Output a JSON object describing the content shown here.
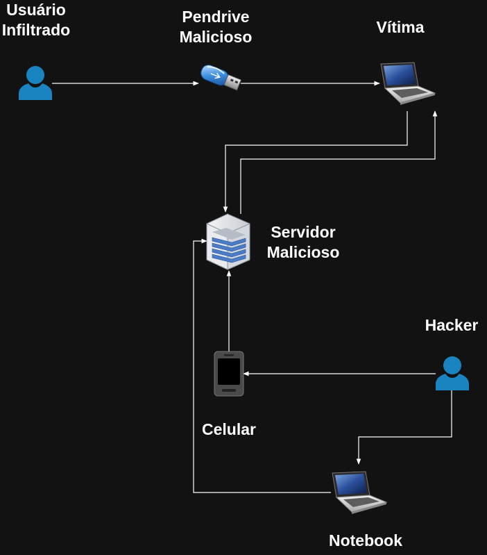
{
  "nodes": {
    "usuario": {
      "line1": "Usuário",
      "line2": "Infiltrado",
      "icon": "user-icon"
    },
    "pendrive": {
      "line1": "Pendrive",
      "line2": "Malicioso",
      "icon": "usb-drive-icon"
    },
    "vitima": {
      "line1": "Vítima",
      "icon": "laptop-icon"
    },
    "servidor": {
      "line1": "Servidor",
      "line2": "Malicioso",
      "icon": "server-icon"
    },
    "hacker": {
      "line1": "Hacker",
      "icon": "user-icon"
    },
    "celular": {
      "line1": "Celular",
      "icon": "smartphone-icon"
    },
    "notebook": {
      "line1": "Notebook",
      "icon": "laptop-icon"
    }
  },
  "colors": {
    "background": "#121212",
    "edge": "#ffffff",
    "user_icon": "#1a84c0",
    "text": "#ffffff"
  },
  "edges": [
    {
      "from": "usuario",
      "to": "pendrive"
    },
    {
      "from": "pendrive",
      "to": "vitima"
    },
    {
      "from": "vitima",
      "to": "servidor"
    },
    {
      "from": "servidor",
      "to": "vitima"
    },
    {
      "from": "celular",
      "to": "servidor"
    },
    {
      "from": "hacker",
      "to": "celular"
    },
    {
      "from": "hacker",
      "to": "notebook"
    },
    {
      "from": "notebook",
      "to": "servidor"
    }
  ]
}
